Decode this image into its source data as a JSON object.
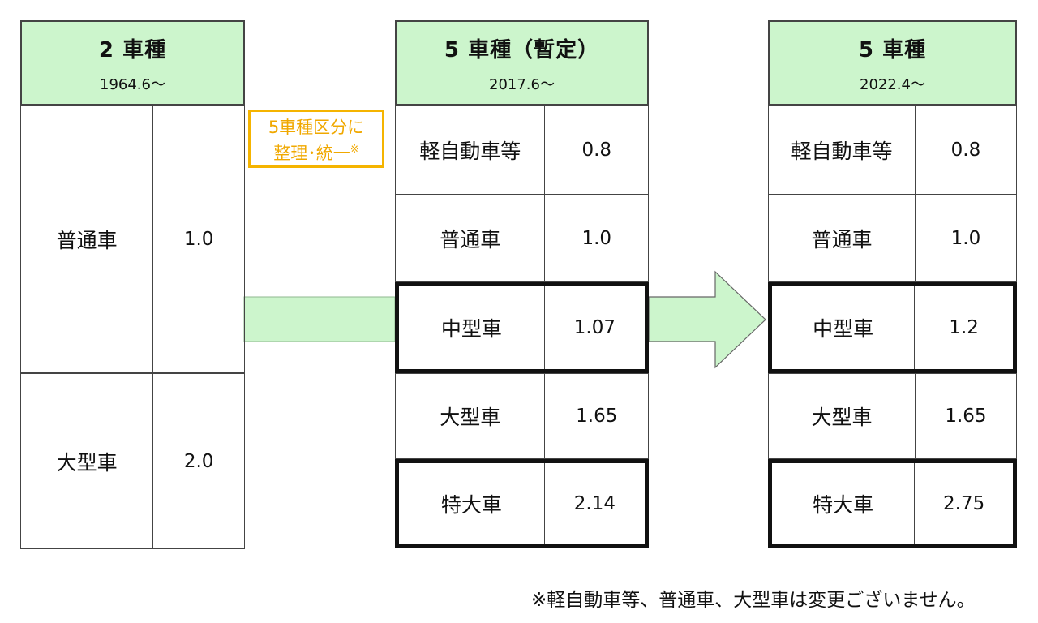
{
  "panels": [
    {
      "title": "2 車種",
      "date": "1964.6～",
      "rows": [
        {
          "name": "普通車",
          "value": "1.0"
        },
        {
          "name": "大型車",
          "value": "2.0"
        }
      ]
    },
    {
      "title": "5 車種（暫定）",
      "date": "2017.6～",
      "rows": [
        {
          "name": "軽自動車等",
          "value": "0.8"
        },
        {
          "name": "普通車",
          "value": "1.0"
        },
        {
          "name": "中型車",
          "value": "1.07"
        },
        {
          "name": "大型車",
          "value": "1.65"
        },
        {
          "name": "特大車",
          "value": "2.14"
        }
      ]
    },
    {
      "title": "5 車種",
      "date": "2022.4～",
      "rows": [
        {
          "name": "軽自動車等",
          "value": "0.8"
        },
        {
          "name": "普通車",
          "value": "1.0"
        },
        {
          "name": "中型車",
          "value": "1.2"
        },
        {
          "name": "大型車",
          "value": "1.65"
        },
        {
          "name": "特大車",
          "value": "2.75"
        }
      ]
    }
  ],
  "note": {
    "line1": "5車種区分に",
    "line2": "整理･統一",
    "mark": "※"
  },
  "footnote": "※軽自動車等、普通車、大型車は変更ございません。",
  "colors": {
    "header_bg": "#ccf5cc",
    "arrow_fill": "#ccf5cc",
    "note_border": "#f5b400",
    "note_text": "#f0a800"
  }
}
